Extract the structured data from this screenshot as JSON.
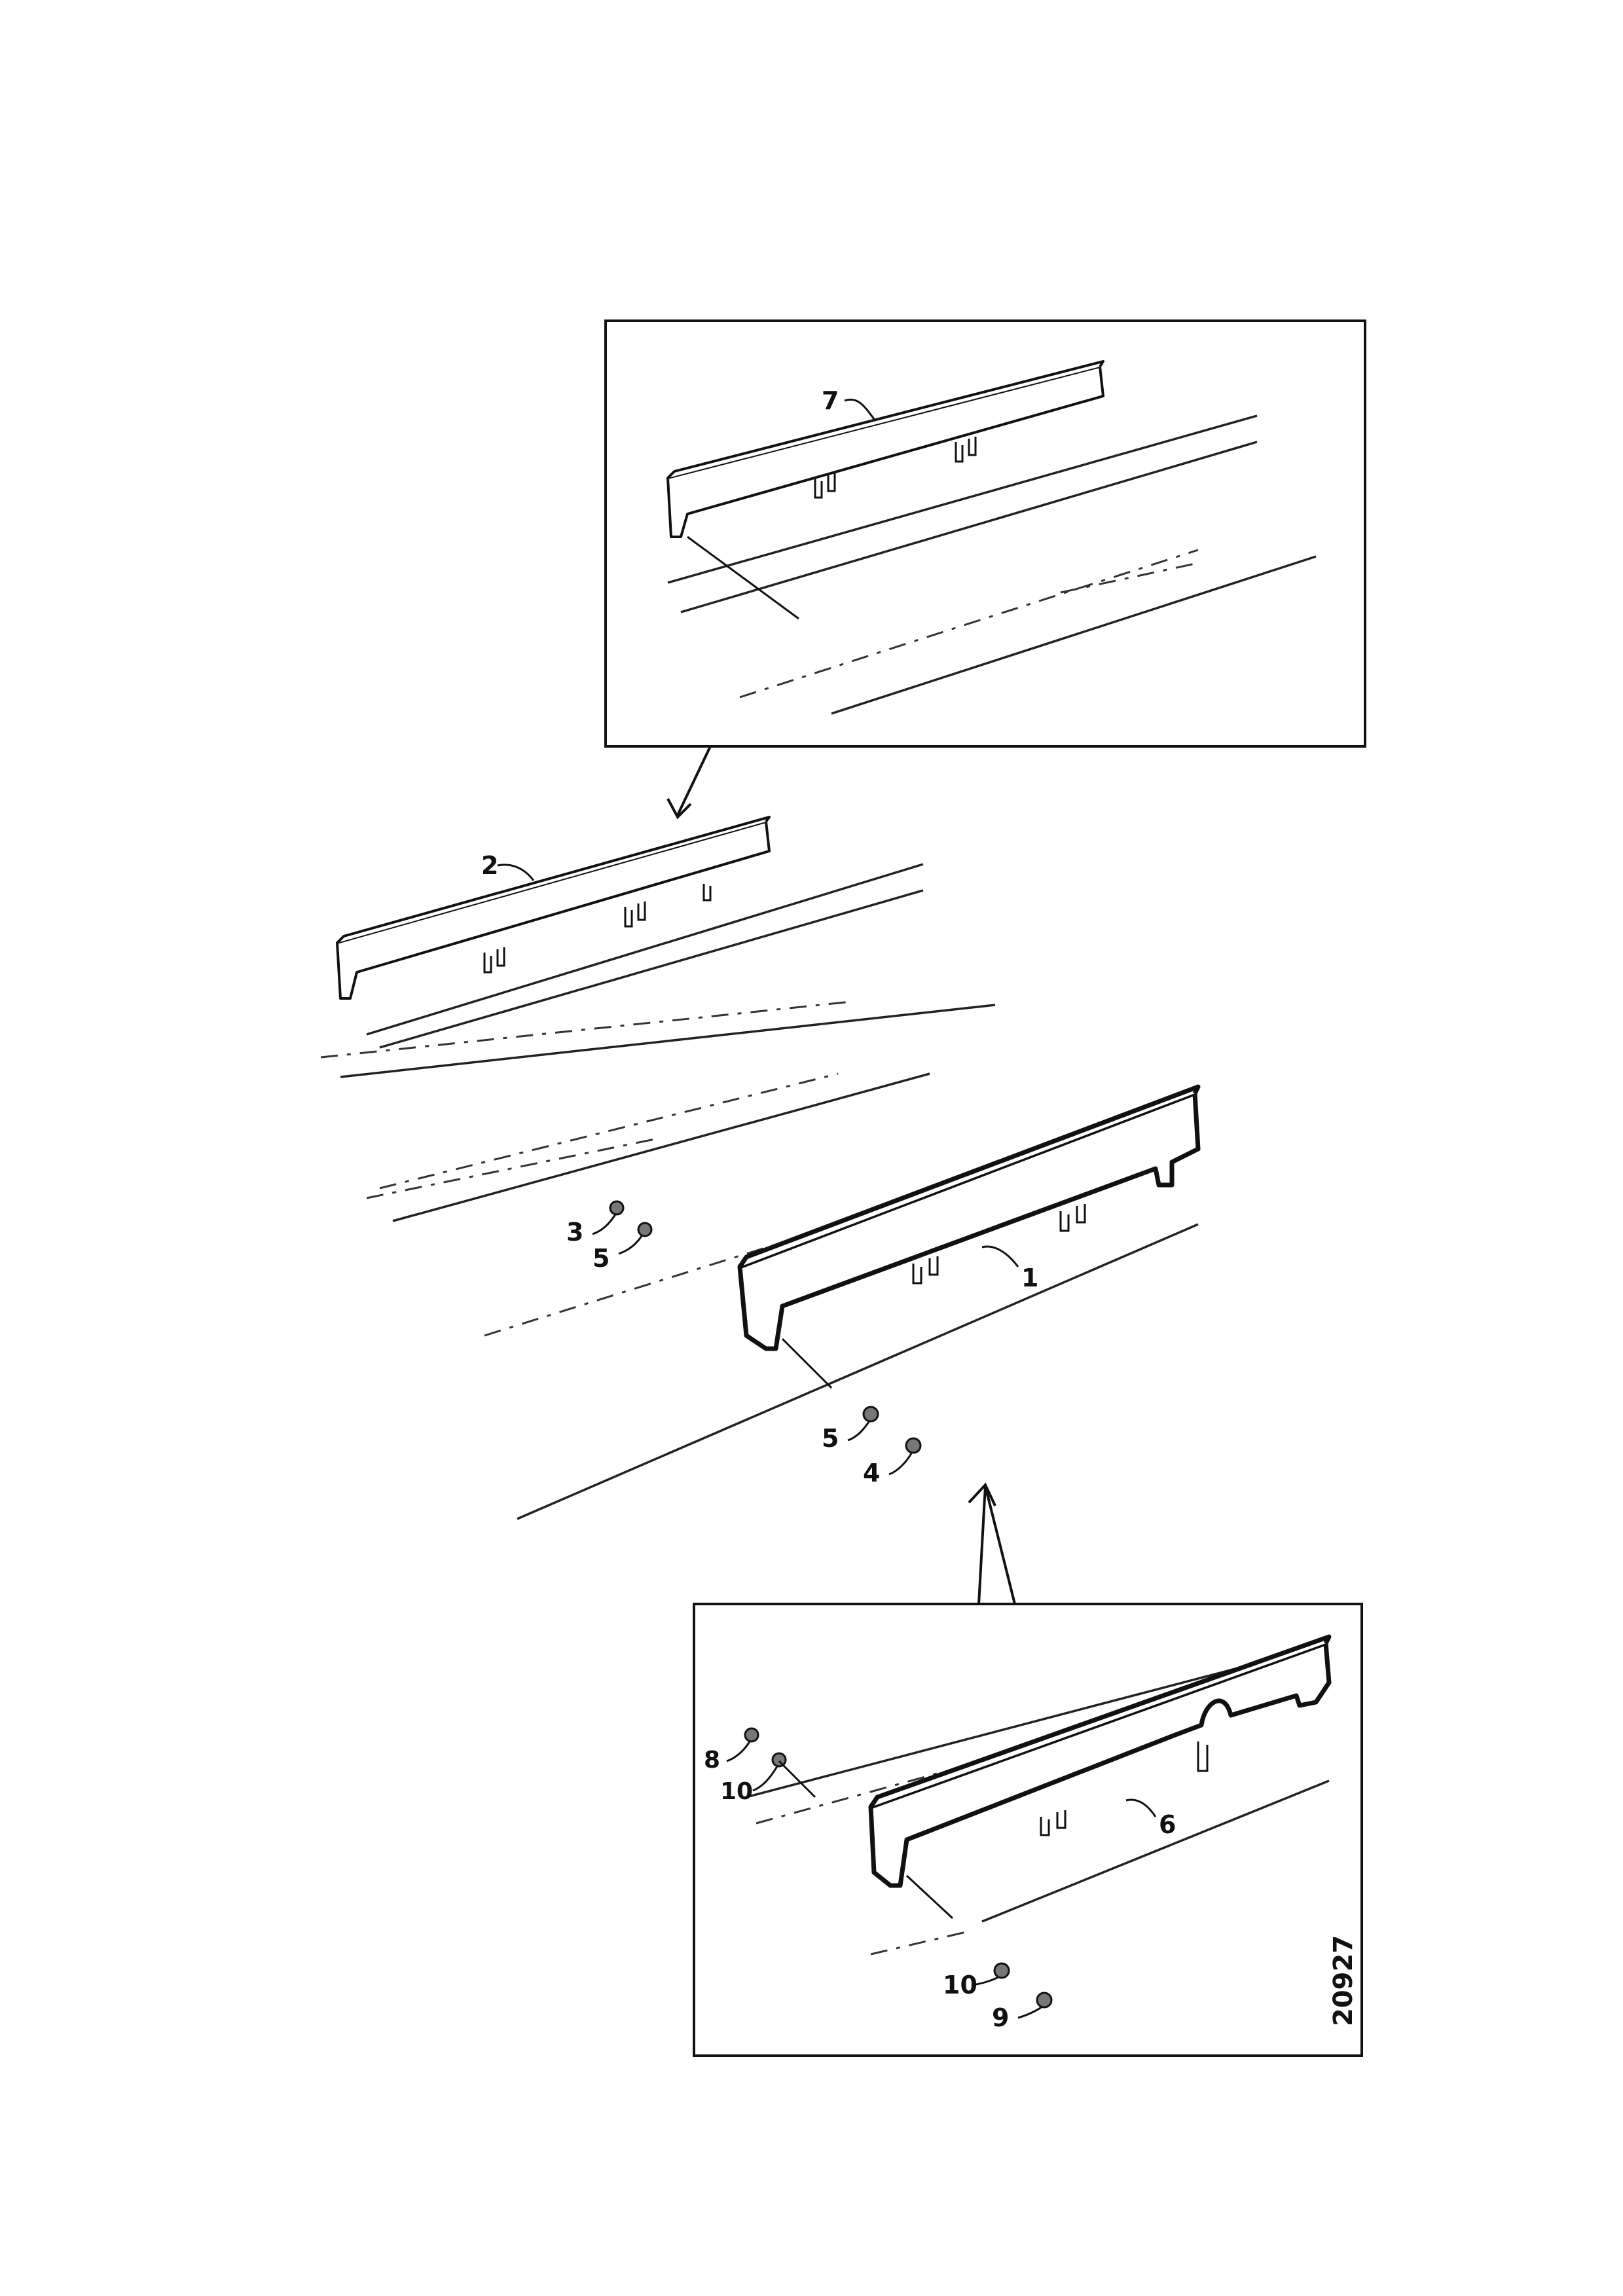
{
  "drawing_number": "20927",
  "callouts": {
    "p1": "1",
    "p2": "2",
    "p3": "3",
    "p4": "4",
    "p5a": "5",
    "p5b": "5",
    "p6": "6",
    "p7": "7",
    "p8": "8",
    "p9": "9",
    "p10a": "10",
    "p10b": "10"
  }
}
